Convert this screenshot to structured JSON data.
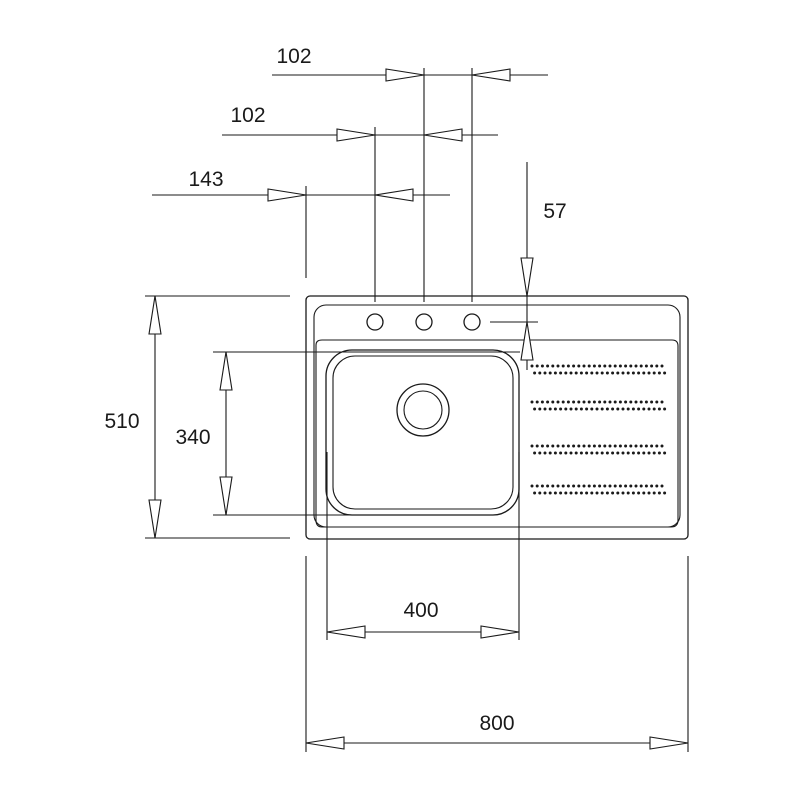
{
  "dimensions": {
    "tap_spacing_right": "102",
    "tap_spacing_left": "102",
    "tap_offset": "143",
    "tap_from_edge": "57",
    "total_depth": "510",
    "bowl_depth": "340",
    "bowl_width": "400",
    "total_width": "800"
  },
  "drainer": {
    "rows": 4,
    "dots_per_row": 26,
    "lines_per_row": 2
  },
  "tap_holes": 3,
  "colors": {
    "stroke": "#1a1a1a",
    "background": "#ffffff"
  }
}
